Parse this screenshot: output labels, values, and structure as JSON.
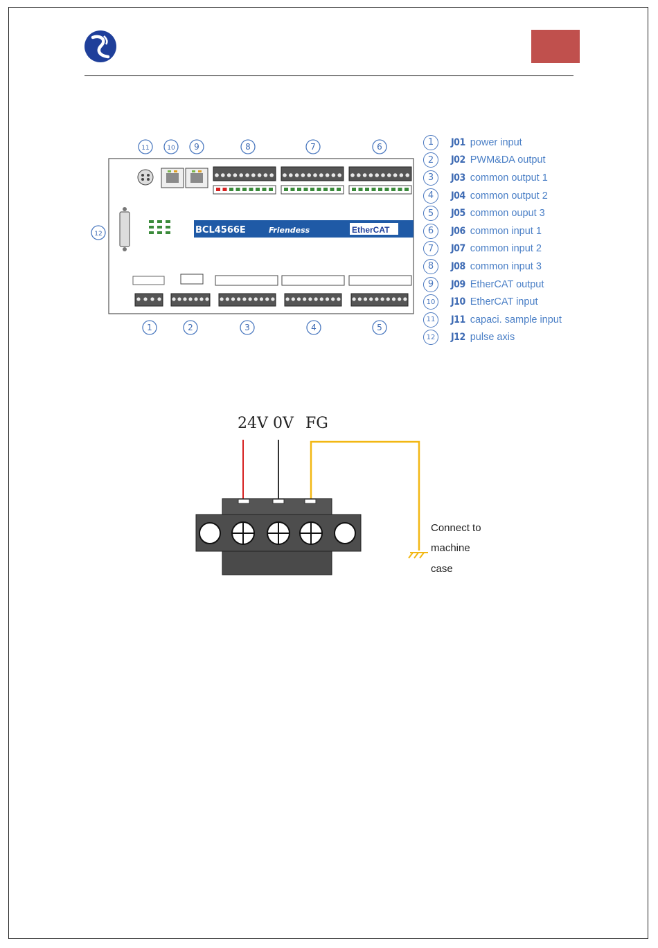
{
  "colors": {
    "accent_block": "#c0504d",
    "logo_blue": "#1f3f9a",
    "legend_blue": "#4a7fc6",
    "wire_red": "#d62020",
    "wire_black": "#333333",
    "wire_yellow": "#f2b713"
  },
  "board": {
    "model": "BCL4566E",
    "brand": "Friendess",
    "bus": "EtherCAT",
    "callouts": [
      "11",
      "10",
      "9",
      "8",
      "7",
      "6",
      "12",
      "1",
      "2",
      "3",
      "4",
      "5"
    ]
  },
  "legend": [
    {
      "num": "1",
      "code": "J01",
      "text": "power input"
    },
    {
      "num": "2",
      "code": "J02",
      "text": "PWM&DA output"
    },
    {
      "num": "3",
      "code": "J03",
      "text": "common output 1"
    },
    {
      "num": "4",
      "code": "J04",
      "text": "common output 2"
    },
    {
      "num": "5",
      "code": "J05",
      "text": "common ouput 3"
    },
    {
      "num": "6",
      "code": "J06",
      "text": "common input 1"
    },
    {
      "num": "7",
      "code": "J07",
      "text": "common input 2"
    },
    {
      "num": "8",
      "code": "J08",
      "text": "common input 3"
    },
    {
      "num": "9",
      "code": "J09",
      "text": "EtherCAT output"
    },
    {
      "num": "10",
      "code": "J10",
      "text": "EtherCAT input"
    },
    {
      "num": "11",
      "code": "J11",
      "text": "capaci. sample input"
    },
    {
      "num": "12",
      "code": "J12",
      "text": "pulse axis"
    }
  ],
  "wiring": {
    "labels": [
      "24V",
      "0V",
      "FG"
    ],
    "note_lines": [
      "Connect to",
      "machine",
      "case"
    ]
  }
}
